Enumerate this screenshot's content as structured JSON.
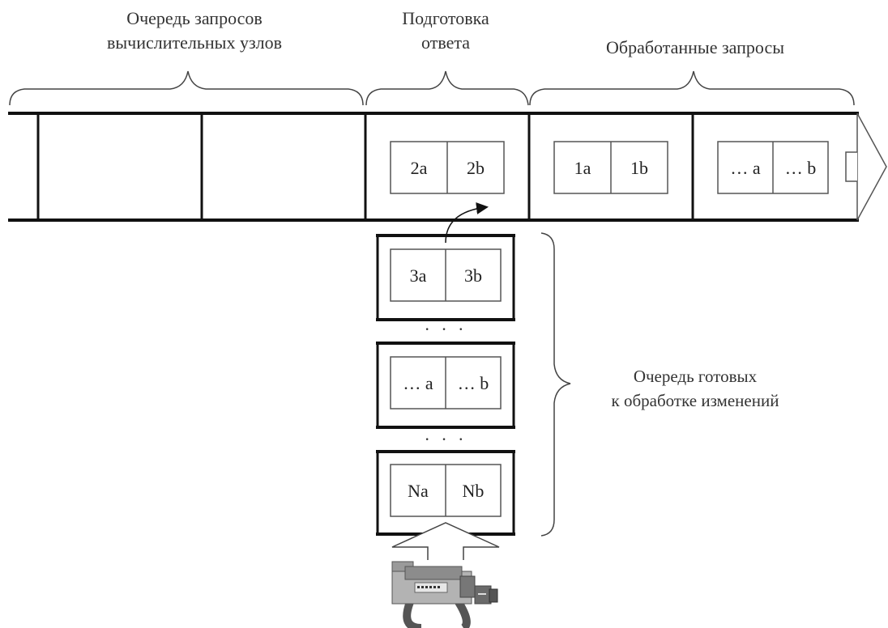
{
  "labels": {
    "compute_queue": [
      "Очередь запросов",
      "вычислительных узлов"
    ],
    "preparing": [
      "Подготовка",
      "ответа"
    ],
    "processed": "Обработанные запросы",
    "ready_queue": [
      "Очередь готовых",
      "к обработке изменений"
    ]
  },
  "packets": {
    "preparing": [
      "2a",
      "2b"
    ],
    "processed_1": [
      "1a",
      "1b"
    ],
    "processed_more": [
      "… a",
      "… b"
    ],
    "ready_top": [
      "3a",
      "3b"
    ],
    "ready_mid": [
      "… a",
      "… b"
    ],
    "ready_bottom": [
      "Na",
      "Nb"
    ]
  },
  "ellipsis": "· · ·",
  "icons": {
    "camera": "video-camera-icon"
  }
}
